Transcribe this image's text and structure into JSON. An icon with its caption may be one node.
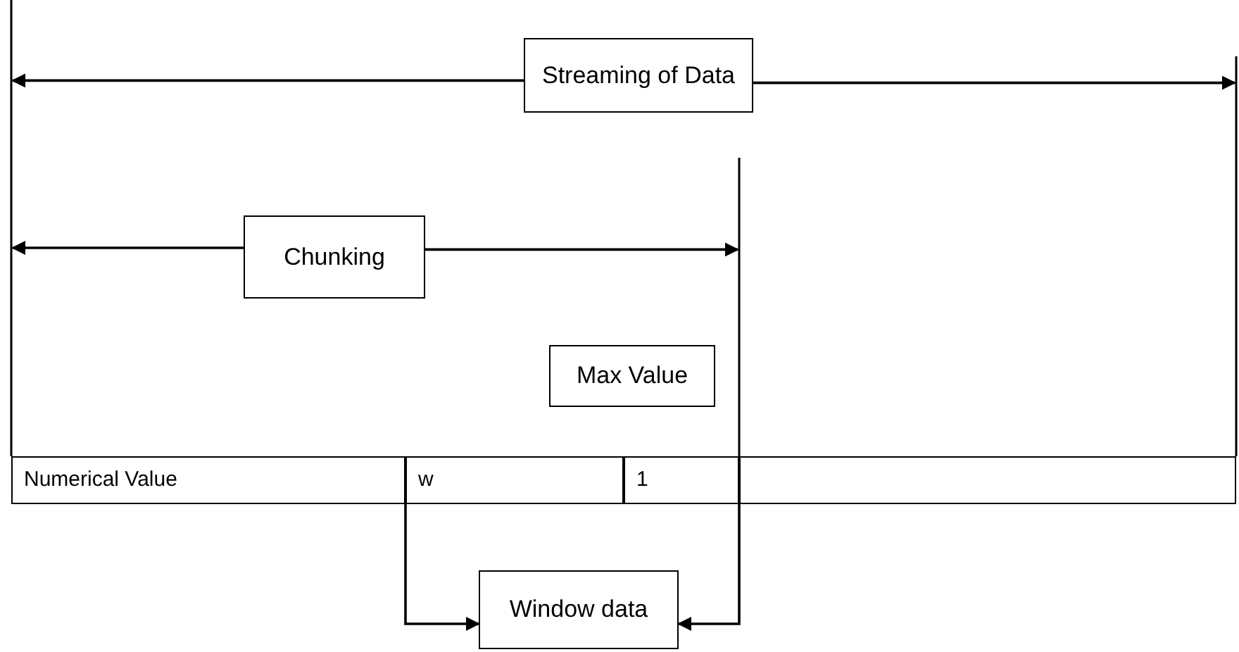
{
  "diagram": {
    "nodes": [
      {
        "text": [
          "Streaming of Data"
        ]
      },
      {
        "text": [
          "Chunking"
        ]
      },
      {
        "text": [
          "Max Value"
        ]
      },
      {
        "text": [
          "Numerical Value"
        ]
      },
      {
        "text": [
          "w"
        ]
      },
      {
        "text": [
          "1"
        ]
      },
      {
        "text": [],
        "shape": "box"
      },
      {
        "text": [
          "Window data"
        ]
      }
    ],
    "edges": [
      {
        "from": 0,
        "to": null,
        "arrow": "to"
      },
      {
        "from": 0,
        "to": null,
        "arrow": "to"
      },
      {
        "from": 1,
        "to": null,
        "arrow": "to"
      },
      {
        "from": 1,
        "to": null,
        "arrow": "to"
      },
      {
        "from": 4,
        "to": 7,
        "arrow": "to"
      },
      {
        "from": 5,
        "to": 7,
        "arrow": "to"
      }
    ]
  }
}
